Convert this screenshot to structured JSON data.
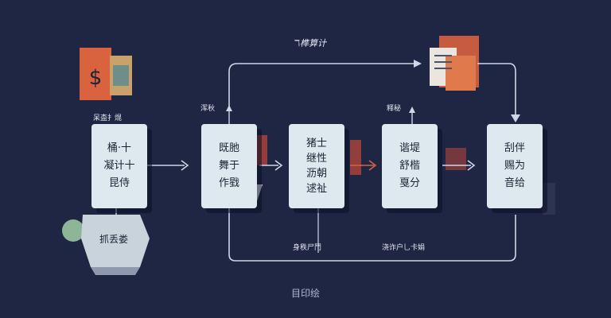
{
  "title": "ℸ榫算计",
  "footer": "目印绘",
  "colors": {
    "background": "#1f2644",
    "card": "#dde9ee",
    "accent_orange": "#d9623f",
    "line": "#cfd6e6"
  },
  "cards": [
    {
      "lines": [
        "桶·十",
        "凝计十",
        "昆侍"
      ]
    },
    {
      "lines": [
        "既肔",
        "舞于",
        "作戥"
      ]
    },
    {
      "lines": [
        "猪士",
        "继性",
        "沥朝",
        "逑祉"
      ]
    },
    {
      "lines": [
        "谐堤",
        "舒楷",
        "戛分"
      ]
    },
    {
      "lines": [
        "刮伴",
        "赐为",
        "音给"
      ]
    }
  ],
  "labels": {
    "above_card1": "呆㭗扌焜",
    "above_card2": "浑秋",
    "above_card4": "释秘",
    "below_card3": "身秩尸鬥",
    "below_card4": "浇诈户乚卡娟"
  },
  "blob": {
    "text": "抓丢娄"
  },
  "icons": {
    "top_left": "dollar-document-icon",
    "top_right": "document-icon"
  }
}
